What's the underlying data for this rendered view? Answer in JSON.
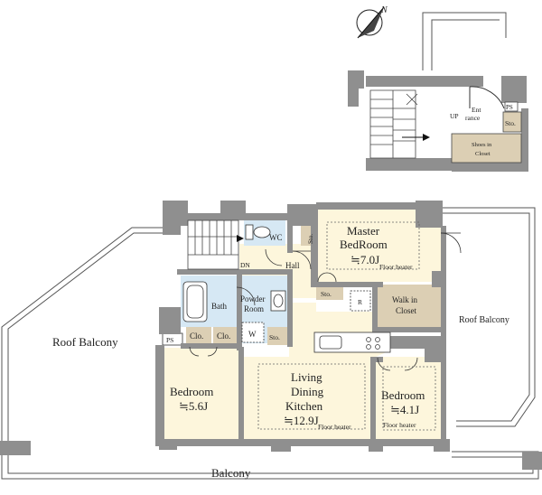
{
  "compass": {
    "icon": "north-arrow-icon",
    "label": "N"
  },
  "entrance": {
    "up_label": "UP",
    "entrance_label_1": "Ent",
    "entrance_label_2": "rance",
    "ps_label": "PS",
    "storage_label": "Sto.",
    "shoes_label_1": "Shoes in",
    "shoes_label_2": "Closet"
  },
  "rooms": {
    "wc": "WC",
    "storage_top": "Sto.",
    "master_title_1": "Master",
    "master_title_2": "BedRoom",
    "master_size": "≒7.0J",
    "master_floor_heater": "Floor heater",
    "hall": "Hall",
    "dn": "DN",
    "bath": "Bath",
    "powder_1": "Powder",
    "powder_2": "Room",
    "washer": "W",
    "storage_powder": "Sto.",
    "storage_hall": "Sto.",
    "fridge": "R",
    "walkin_1": "Walk in",
    "walkin_2": "Closet",
    "ps": "PS",
    "closet_1": "Clo.",
    "closet_2": "Clo.",
    "bedroom_left_title": "Bedroom",
    "bedroom_left_size": "≒5.6J",
    "ldk_1": "Living",
    "ldk_2": "Dining",
    "ldk_3": "Kitchen",
    "ldk_size": "≒12.9J",
    "ldk_floor_heater": "Floor heater",
    "bedroom_right_title": "Bedroom",
    "bedroom_right_size": "≒4.1J",
    "bedroom_right_floor_heater": "Floor heater"
  },
  "balconies": {
    "roof_left": "Roof Balcony",
    "roof_right": "Roof Balcony",
    "bottom": "Balcony"
  },
  "colors": {
    "wall": "#8f8f8f",
    "room_fill": "#fdf6dc",
    "wet_fill": "#d6e8f4",
    "storage_fill": "#dccfb4",
    "line": "#333333"
  }
}
